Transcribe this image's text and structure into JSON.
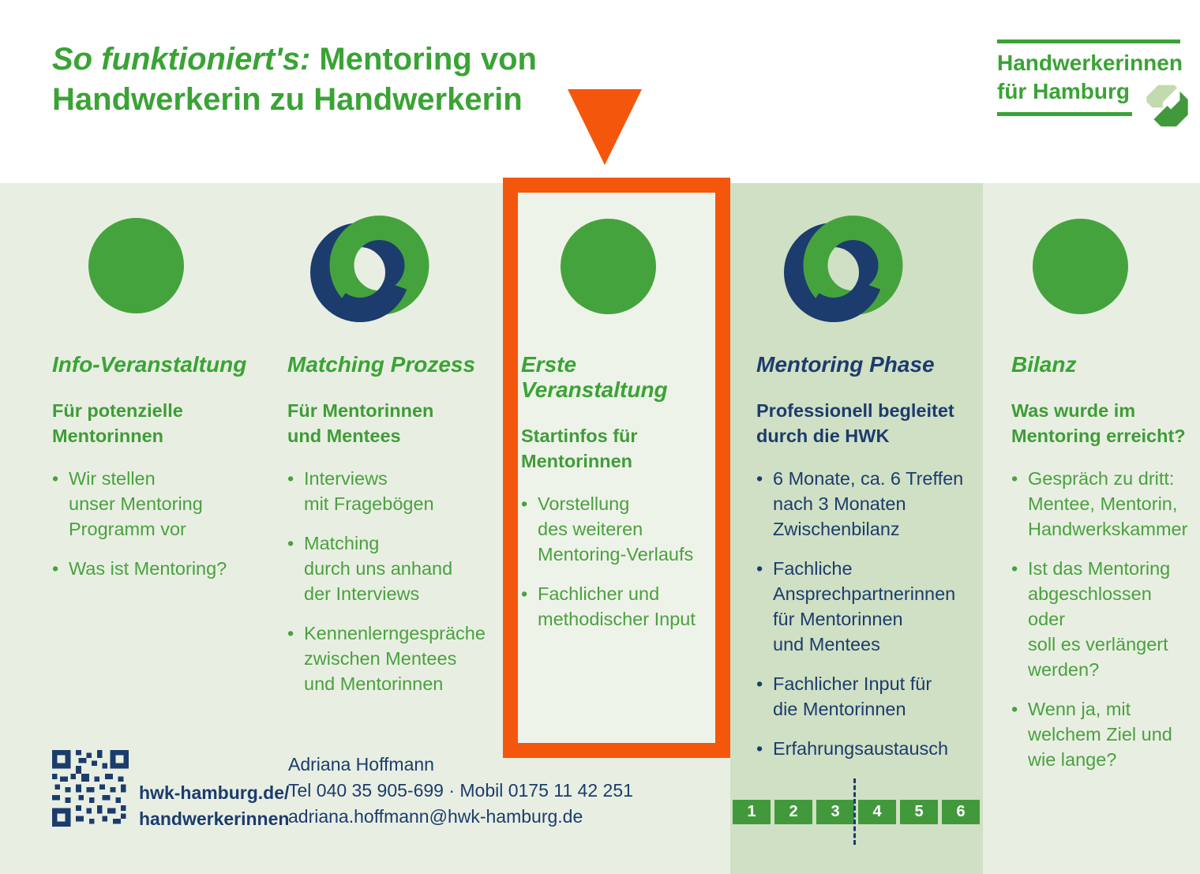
{
  "header": {
    "title_italic": "So funktioniert's: ",
    "title_rest": "Mentoring von\nHandwerkerin zu Handwerkerin",
    "logo": {
      "text": "Handwerkerinnen\nfür Hamburg"
    }
  },
  "columns": [
    {
      "heading": "Info-Veranstaltung",
      "subtitle": "Für potenzielle\nMentorinnen",
      "bullets": [
        "Wir stellen\nunser Mentoring\nProgramm vor",
        "Was ist Mentoring?"
      ],
      "icon": "green-circle"
    },
    {
      "heading": "Matching Prozess",
      "subtitle": "Für Mentorinnen\nund Mentees",
      "bullets": [
        "Interviews\nmit Fragebögen",
        "Matching\ndurch uns anhand\nder Interviews",
        "Kennenlerngespräche\nzwischen Mentees\nund Mentorinnen"
      ],
      "icon": "interlocked-rings"
    },
    {
      "heading": "Erste Veranstaltung",
      "subtitle": "Startinfos für\nMentorinnen",
      "bullets": [
        "Vorstellung\ndes weiteren\nMentoring-Verlaufs",
        "Fachlicher und\nmethodischer Input"
      ],
      "icon": "green-circle",
      "highlighted": true
    },
    {
      "heading": "Mentoring Phase",
      "subtitle": "Professionell begleitet\ndurch die HWK",
      "bullets": [
        "6 Monate, ca. 6 Treffen\nnach 3 Monaten\nZwischenbilanz",
        "Fachliche\nAnsprechpartnerinnen\nfür Mentorinnen\nund Mentees",
        "Fachlicher Input für\ndie Mentorinnen",
        "Erfahrungsaustausch"
      ],
      "icon": "interlocked-rings"
    },
    {
      "heading": "Bilanz",
      "subtitle": "Was wurde im\nMentoring erreicht?",
      "bullets": [
        "Gespräch zu dritt:\nMentee, Mentorin,\nHandwerkskammer",
        "Ist das Mentoring\nabgeschlossen oder\nsoll es verlängert\nwerden?",
        "Wenn ja, mit\nwelchem Ziel und\nwie lange?"
      ],
      "icon": "green-circle"
    }
  ],
  "contact": {
    "site": "hwk-hamburg.de/\nhandwerkerinnen",
    "name": "Adriana Hoffmann",
    "phone": "Tel 040 35 905-699 · Mobil 0175 11 42 251",
    "email": "adriana.hoffmann@hwk-hamburg.de"
  },
  "progress": {
    "steps": [
      "1",
      "2",
      "3",
      "4",
      "5",
      "6"
    ]
  },
  "colors": {
    "green": "#3aa335",
    "circle_green": "#45a33d",
    "navy": "#1c3c6e",
    "orange": "#f4570b",
    "band_bg": "#e8efe2",
    "phase_bg": "#d0e0c4",
    "highlight_bg": "#eef3e9",
    "logo_light_green": "#c3d9ae"
  }
}
